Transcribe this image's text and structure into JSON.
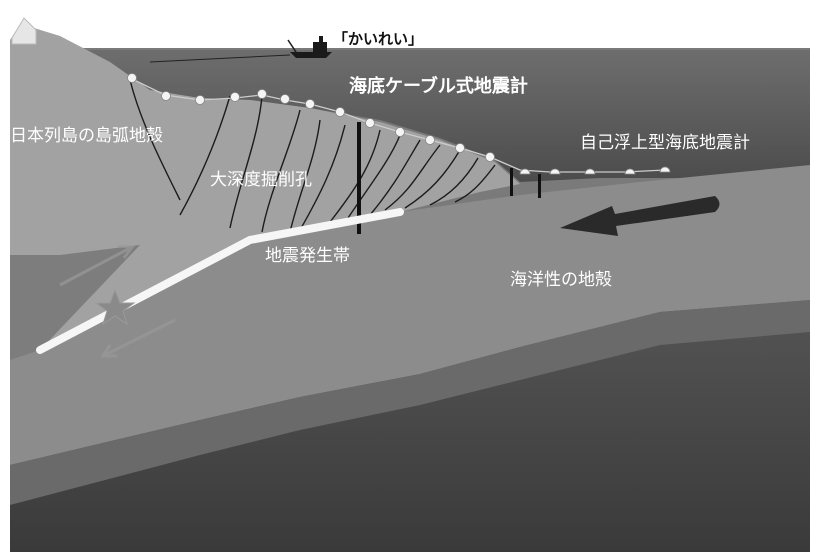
{
  "labels": {
    "ship": "「かいれい」",
    "cable_seismometer": "海底ケーブル式地震計",
    "arc_crust": "日本列島の島弧地殻",
    "deep_borehole": "大深度掘削孔",
    "obs": "自己浮上型海底地震計",
    "seismogenic_zone": "地震発生帯",
    "oceanic_crust": "海洋性の地殻"
  },
  "colors": {
    "sea": "#5a5a5a",
    "arc_crust": "#9a9a9a",
    "oceanic_crust": "#888888",
    "mantle": "#4a4a4a",
    "fault_zone": "#f4f4f4",
    "plate_arrow": "#2a2a2a"
  }
}
